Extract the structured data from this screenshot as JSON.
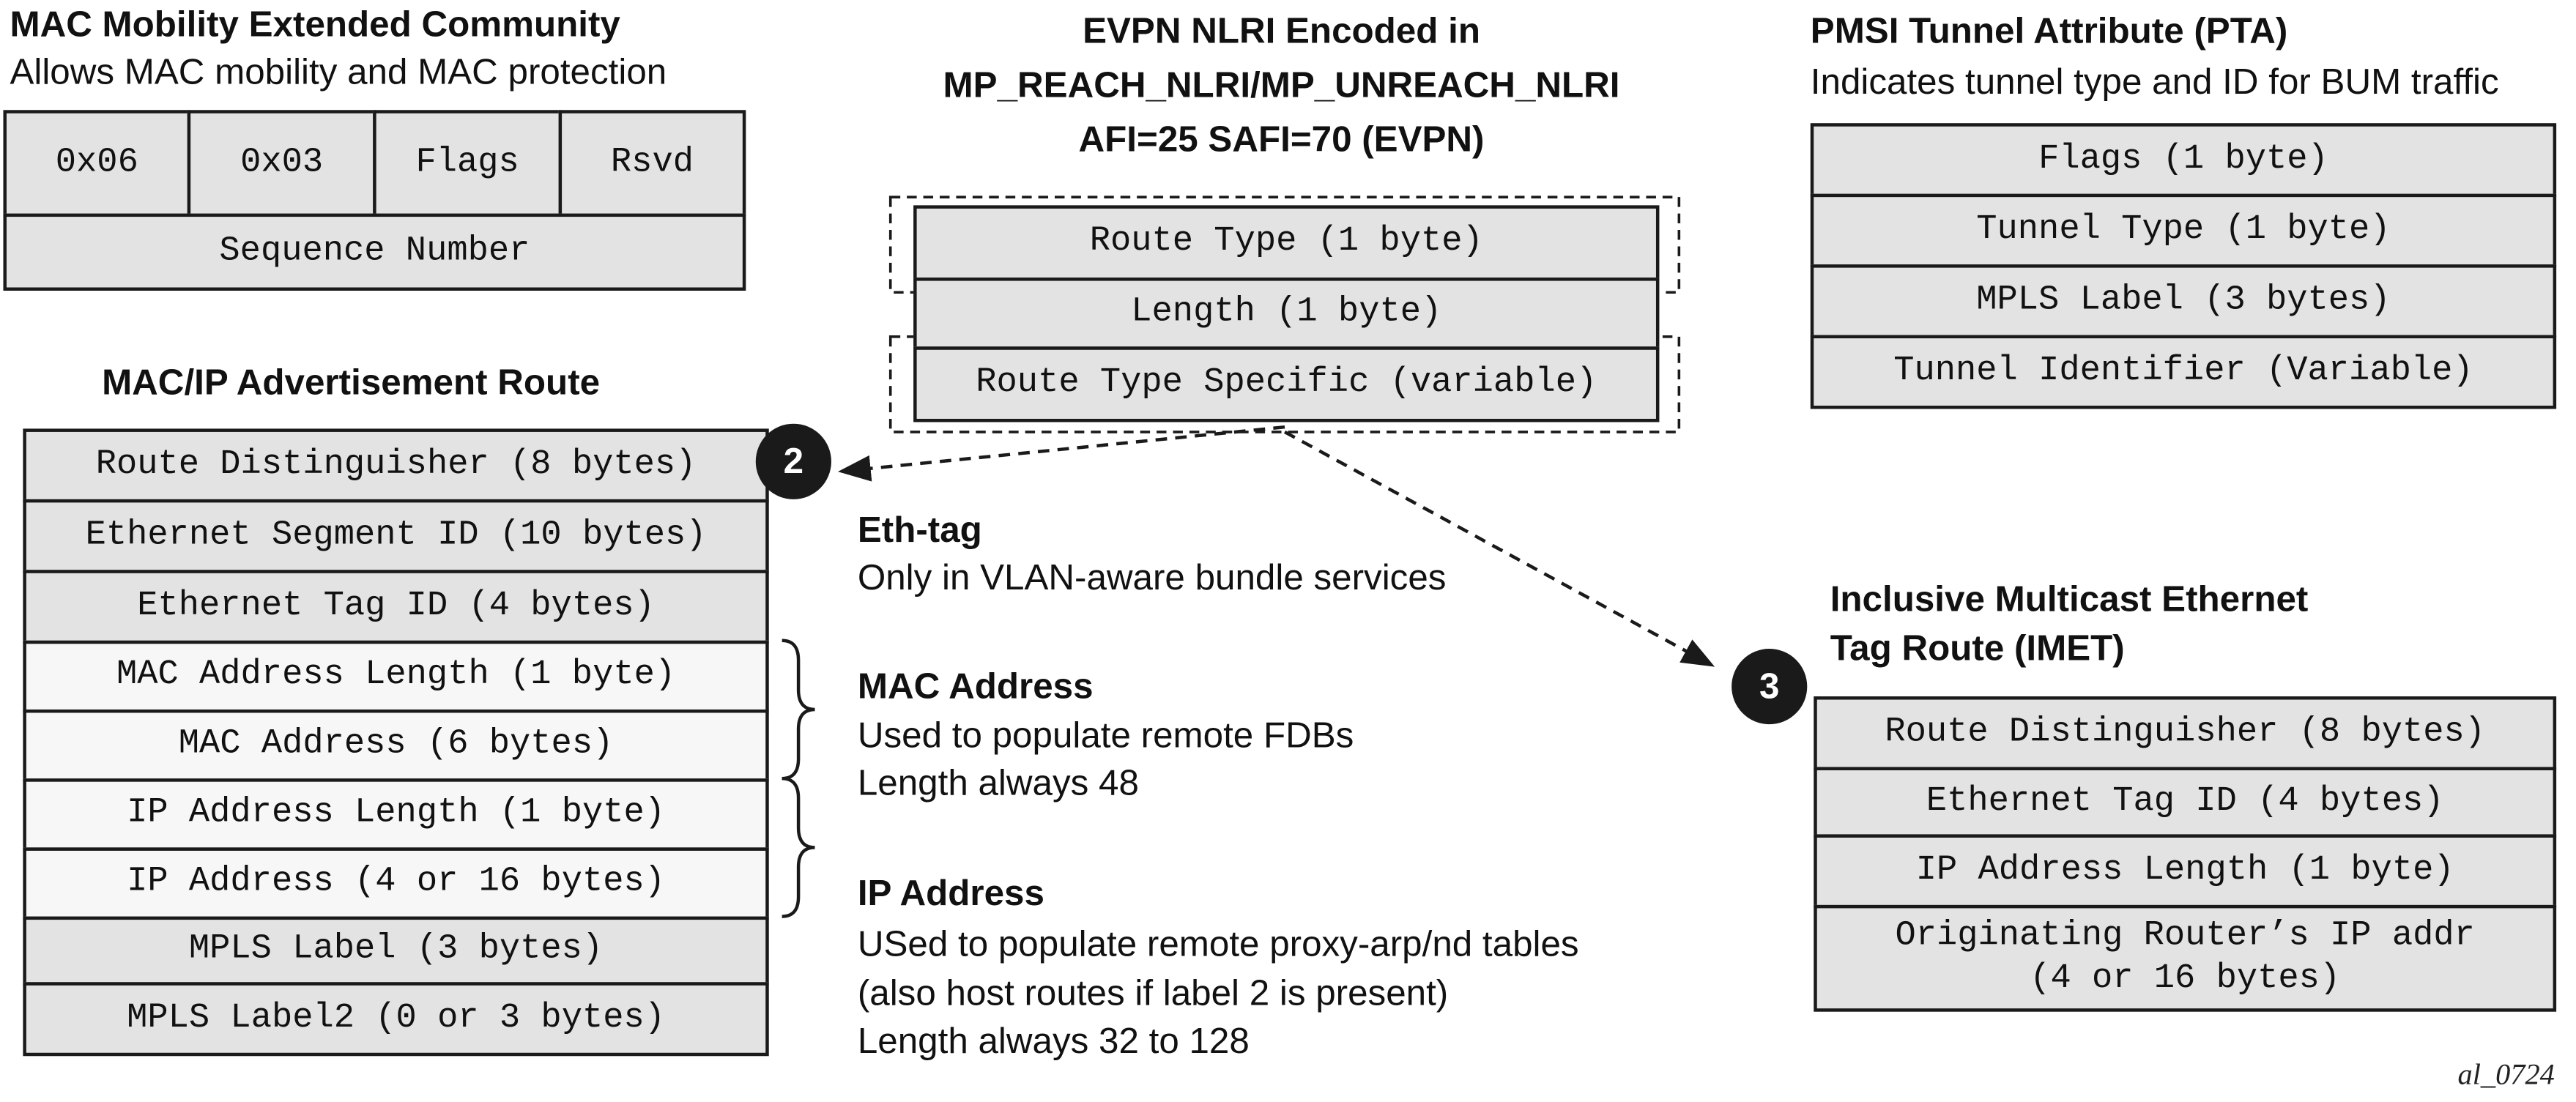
{
  "mac_mobility": {
    "title": "MAC Mobility Extended Community",
    "subtitle": "Allows MAC mobility and MAC protection",
    "row1": [
      "0x06",
      "0x03",
      "Flags",
      "Rsvd"
    ],
    "row2": "Sequence Number"
  },
  "evpn_nlri": {
    "title_line1": "EVPN NLRI Encoded in",
    "title_line2": "MP_REACH_NLRI/MP_UNREACH_NLRI",
    "title_line3": "AFI=25 SAFI=70 (EVPN)",
    "fields": [
      "Route Type (1 byte)",
      "Length (1 byte)",
      "Route Type Specific (variable)"
    ]
  },
  "pmsi": {
    "title": "PMSI Tunnel Attribute (PTA)",
    "subtitle": "Indicates tunnel type and ID for BUM traffic",
    "fields": [
      "Flags (1 byte)",
      "Tunnel Type (1 byte)",
      "MPLS Label (3 bytes)",
      "Tunnel Identifier (Variable)"
    ]
  },
  "mac_ip_route": {
    "title": "MAC/IP Advertisement Route",
    "badge": "2",
    "fields": [
      "Route Distinguisher (8 bytes)",
      "Ethernet Segment ID (10 bytes)",
      "Ethernet Tag ID (4 bytes)",
      "MAC Address Length (1 byte)",
      "MAC Address (6 bytes)",
      "IP Address Length (1 byte)",
      "IP Address (4 or 16 bytes)",
      "MPLS Label (3 bytes)",
      "MPLS Label2 (0 or 3 bytes)"
    ]
  },
  "annotations": {
    "eth_tag_title": "Eth-tag",
    "eth_tag_text": "Only in VLAN-aware bundle services",
    "mac_title": "MAC Address",
    "mac_line1": "Used to populate remote FDBs",
    "mac_line2": "Length always 48",
    "ip_title": "IP Address",
    "ip_line1": "USed to populate remote proxy-arp/nd tables",
    "ip_line2": "(also host routes if label 2 is present)",
    "ip_line3": "Length always 32 to 128"
  },
  "imet": {
    "title_line1": "Inclusive Multicast Ethernet",
    "title_line2": "Tag Route (IMET)",
    "badge": "3",
    "fields": [
      "Route Distinguisher (8 bytes)",
      "Ethernet Tag ID (4 bytes)",
      "IP Address Length (1 byte)"
    ],
    "last_line1": "Originating Router’s IP addr",
    "last_line2": "(4 or 16 bytes)"
  },
  "figure_id": "al_0724"
}
